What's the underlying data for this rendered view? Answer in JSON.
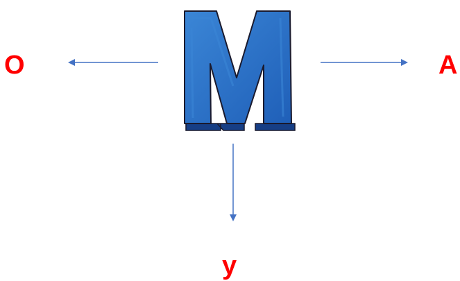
{
  "center_glyph": "M",
  "labels": {
    "left": "O",
    "right": "A",
    "bottom": "y"
  },
  "colors": {
    "label": "#ff0000",
    "arrow": "#4472c4",
    "glyph_face": "#1f5fb8",
    "glyph_face_light": "#3b86d6",
    "glyph_side": "#163e85",
    "glyph_outline": "#1a1a2e"
  }
}
